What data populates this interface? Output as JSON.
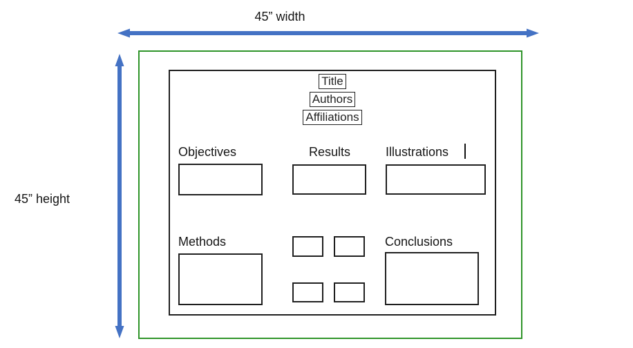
{
  "colors": {
    "arrow_blue": "#4472C4",
    "poster_green": "#2e9428",
    "line_black": "#1f1f1f"
  },
  "dimensions": {
    "width_label": "45” width",
    "height_label": "45” height"
  },
  "header": {
    "title": "Title",
    "authors": "Authors",
    "affiliations": "Affiliations"
  },
  "sections": {
    "objectives": "Objectives",
    "results": "Results",
    "illustrations": "Illustrations",
    "methods": "Methods",
    "conclusions": "Conclusions"
  }
}
